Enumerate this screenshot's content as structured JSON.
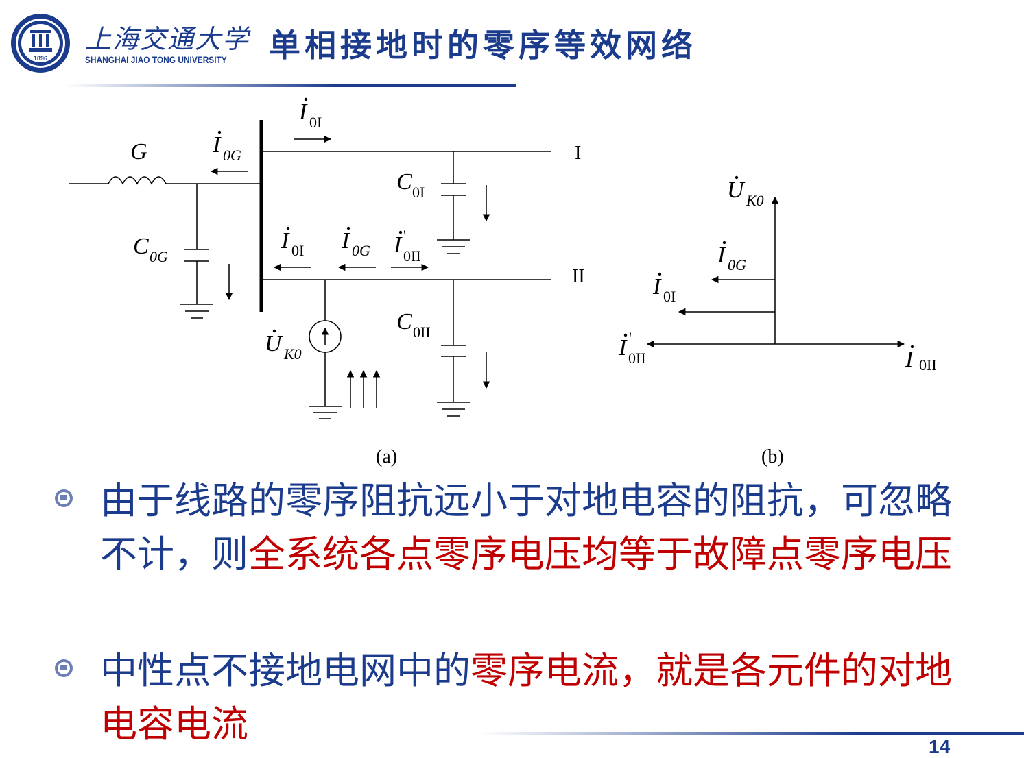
{
  "header": {
    "university_cn": "上海交通大学",
    "university_en": "SHANGHAI JIAO TONG UNIVERSITY",
    "logo_year": "1896",
    "title": "单相接地时的零序等效网络"
  },
  "diagram": {
    "generator_label": "G",
    "bus_I": "I",
    "bus_II": "II",
    "I_symbol": "I",
    "U_symbol": "U",
    "C_symbol": "C",
    "sub_0G": "0G",
    "sub_0I": "0I",
    "sub_0II": "0II",
    "sub_K0": "K0",
    "prime": "'",
    "caption_a": "(a)",
    "caption_b": "(b)"
  },
  "bullets": [
    {
      "text_plain": "由于线路的零序阻抗远小于对地电容的阻抗，可忽略不计，则",
      "text_highlight": "全系统各点零序电压均等于故障点零序电压"
    },
    {
      "text_plain": "中性点不接地电网中的",
      "text_highlight": "零序电流，就是各元件的对地电容电流"
    }
  ],
  "footer": {
    "page_number": "14"
  },
  "colors": {
    "primary": "#1b3b8c",
    "highlight": "#c00000"
  }
}
